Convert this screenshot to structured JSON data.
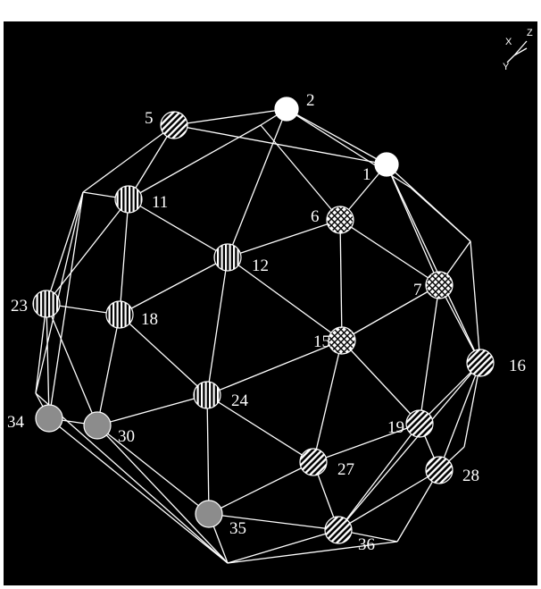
{
  "title": "",
  "axis_indicator": {
    "labels": [
      "X",
      "Z",
      "Y"
    ]
  },
  "colors": {
    "background": "#000000",
    "edge": "#ffffff",
    "label": "#ffffff",
    "pattern_solid": "#ffffff",
    "pattern_stripe": "#ffffff",
    "pattern_grey": "#8c8c8c"
  },
  "nodes": [
    {
      "id": "2",
      "pattern": "solid"
    },
    {
      "id": "5",
      "pattern": "diagonal"
    },
    {
      "id": "1",
      "pattern": "solid"
    },
    {
      "id": "11",
      "pattern": "vertical"
    },
    {
      "id": "6",
      "pattern": "crosshatch"
    },
    {
      "id": "12",
      "pattern": "vertical"
    },
    {
      "id": "7",
      "pattern": "crosshatch"
    },
    {
      "id": "23",
      "pattern": "vertical"
    },
    {
      "id": "18",
      "pattern": "vertical"
    },
    {
      "id": "15",
      "pattern": "crosshatch"
    },
    {
      "id": "16",
      "pattern": "diagonal"
    },
    {
      "id": "24",
      "pattern": "vertical"
    },
    {
      "id": "34",
      "pattern": "grey"
    },
    {
      "id": "30",
      "pattern": "grey"
    },
    {
      "id": "19",
      "pattern": "diagonal"
    },
    {
      "id": "27",
      "pattern": "diagonal"
    },
    {
      "id": "28",
      "pattern": "diagonal"
    },
    {
      "id": "35",
      "pattern": "grey"
    },
    {
      "id": "36",
      "pattern": "diagonal"
    }
  ]
}
